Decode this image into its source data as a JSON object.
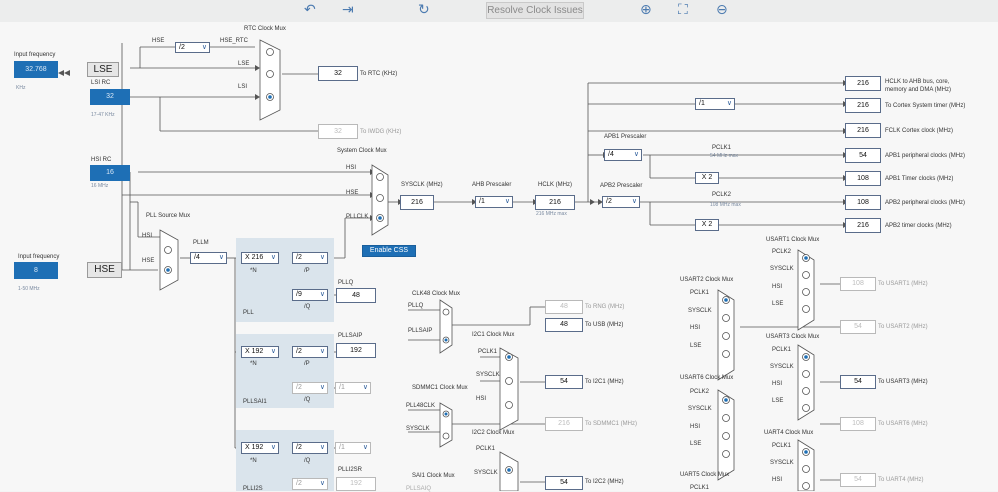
{
  "toolbar": {
    "undo_icon": "undo-icon",
    "redo_icon": "redo-icon",
    "refresh_icon": "refresh-icon",
    "resolve_label": "Resolve Clock Issues",
    "zoom_in_icon": "zoom-in-icon",
    "fit_icon": "fit-icon",
    "zoom_out_icon": "zoom-out-icon"
  },
  "lse_input": {
    "title": "Input frequency",
    "value": "32.768",
    "unit": "KHz",
    "block": "LSE"
  },
  "lsi_rc": {
    "title": "LSI RC",
    "value": "32",
    "range": "17-47 KHz"
  },
  "hsi_rc": {
    "title": "HSI RC",
    "value": "16",
    "unit": "16 MHz"
  },
  "hse_input": {
    "title": "Input frequency",
    "value": "8",
    "range": "1-50 MHz",
    "block": "HSE"
  },
  "rtc": {
    "title": "RTC Clock Mux",
    "hse_label": "HSE",
    "hse_rtc_label": "HSE_RTC",
    "div_value": "/2",
    "lse_label": "LSE",
    "lsi_label": "LSI",
    "out_value": "32",
    "out_label": "To RTC (KHz)"
  },
  "iwdg": {
    "value": "32",
    "label": "To IWDG (KHz)"
  },
  "sysclk_mux": {
    "title": "System Clock Mux",
    "hsi": "HSI",
    "hse": "HSE",
    "pllclk": "PLLCLK",
    "enable_css": "Enable CSS"
  },
  "sysclk": {
    "label": "SYSCLK (MHz)",
    "value": "216"
  },
  "ahb": {
    "label": "AHB Prescaler",
    "value": "/1"
  },
  "hclk": {
    "label": "HCLK (MHz)",
    "value": "216",
    "max": "216 MHz max"
  },
  "apb1": {
    "label": "APB1 Prescaler",
    "value": "/4",
    "pclk": "PCLK1",
    "pclk_max": "54 MHz max",
    "x2": "X 2"
  },
  "apb2": {
    "label": "APB2 Prescaler",
    "value": "/2",
    "pclk": "PCLK2",
    "pclk_max": "108 MHz max",
    "x2": "X 2"
  },
  "cortex_div": "/1",
  "outputs": [
    {
      "value": "216",
      "label": "HCLK to AHB bus, core,",
      "label2": "memory and DMA (MHz)"
    },
    {
      "value": "216",
      "label": "To Cortex System timer (MHz)"
    },
    {
      "value": "216",
      "label": "FCLK Cortex clock (MHz)"
    },
    {
      "value": "54",
      "label": "APB1 peripheral clocks (MHz)"
    },
    {
      "value": "108",
      "label": "APB1 Timer clocks (MHz)"
    },
    {
      "value": "108",
      "label": "APB2 peripheral clocks (MHz)"
    },
    {
      "value": "216",
      "label": "APB2 timer clocks (MHz)"
    }
  ],
  "pll": {
    "source_title": "PLL Source Mux",
    "hsi": "HSI",
    "hse": "HSE",
    "m_label": "PLLM",
    "m_value": "/4",
    "n_value": "X 216",
    "n_label": "*N",
    "p_value": "/2",
    "p_label": "/P",
    "q_value": "/9",
    "q_label": "/Q",
    "name": "PLL",
    "pllq_label": "PLLQ",
    "pllq_value": "48"
  },
  "pllsai": {
    "n_value": "X 192",
    "n_label": "*N",
    "p_value": "/2",
    "p_label": "/P",
    "q_value": "/2",
    "q_label": "/Q",
    "div_value": "/1",
    "name": "PLLSAI1",
    "out_label": "PLLSAIP",
    "out_value": "192"
  },
  "plli2s": {
    "n_value": "X 192",
    "n_label": "*N",
    "q_value": "/2",
    "q_label": "/Q",
    "div_value": "/1",
    "r_value": "/2",
    "name": "PLLI2S",
    "out_label": "PLLI2SR",
    "out_value": "192"
  },
  "clk48": {
    "title": "CLK48 Clock Mux",
    "pllq": "PLLQ",
    "pllsaip": "PLLSAIP",
    "rng_value": "48",
    "rng_label": "To RNG (MHz)",
    "usb_value": "48",
    "usb_label": "To USB (MHz)"
  },
  "sdmmc": {
    "title": "SDMMC1 Clock Mux",
    "pll48clk": "PLL48CLK",
    "sysclk": "SYSCLK",
    "value": "216",
    "label": "To SDMMC1 (MHz)"
  },
  "sai1": {
    "title": "SAI1 Clock Mux",
    "in1": "PLLSAIQ"
  },
  "i2c1": {
    "title": "I2C1 Clock Mux",
    "pclk": "PCLK1",
    "sysclk": "SYSCLK",
    "hsi": "HSI",
    "value": "54",
    "label": "To I2C1 (MHz)"
  },
  "i2c2": {
    "title": "I2C2 Clock Mux",
    "pclk": "PCLK1",
    "sysclk": "SYSCLK",
    "value": "54",
    "label": "To I2C2 (MHz)"
  },
  "usart2": {
    "title": "USART2 Clock Mux",
    "pclk": "PCLK1",
    "sysclk": "SYSCLK",
    "hsi": "HSI",
    "lse": "LSE",
    "value": "54",
    "label": "To USART2 (MHz)"
  },
  "usart6": {
    "title": "USART6 Clock Mux",
    "pclk": "PCLK2",
    "sysclk": "SYSCLK",
    "hsi": "HSI",
    "lse": "LSE"
  },
  "uart5": {
    "title": "UART5 Clock Mux",
    "pclk": "PCLK1"
  },
  "usart1": {
    "title": "USART1 Clock Mux",
    "pclk": "PCLK2",
    "sysclk": "SYSCLK",
    "hsi": "HSI",
    "lse": "LSE",
    "value": "108",
    "label": "To USART1 (MHz)"
  },
  "usart3": {
    "title": "USART3 Clock Mux",
    "pclk": "PCLK1",
    "sysclk": "SYSCLK",
    "hsi": "HSI",
    "lse": "LSE",
    "value": "54",
    "label": "To USART3 (MHz)"
  },
  "usart6_out": {
    "value": "108",
    "label": "To USART6 (MHz)"
  },
  "uart4": {
    "title": "UART4 Clock Mux",
    "pclk": "PCLK1",
    "sysclk": "SYSCLK",
    "hsi": "HSI",
    "value": "54",
    "label": "To UART4 (MHz)"
  }
}
